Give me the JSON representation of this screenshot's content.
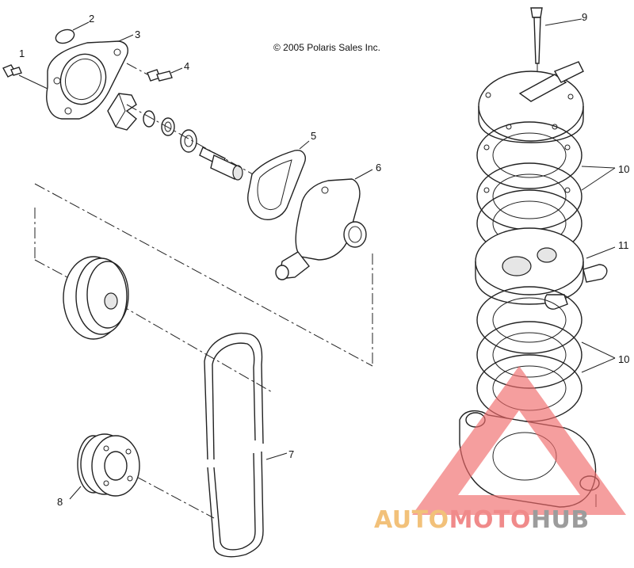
{
  "copyright": "© 2005 Polaris Sales Inc.",
  "callouts": [
    "1",
    "2",
    "3",
    "4",
    "5",
    "6",
    "7",
    "8",
    "9",
    "10",
    "10",
    "11"
  ],
  "watermark": {
    "part1": "AUTO",
    "part2": "MOTO",
    "part3": "HUB",
    "colors": {
      "auto": "#f2c17a",
      "moto": "#f08a8a",
      "hub": "#9c9c9c",
      "triangle": "#ef6a6a"
    }
  }
}
